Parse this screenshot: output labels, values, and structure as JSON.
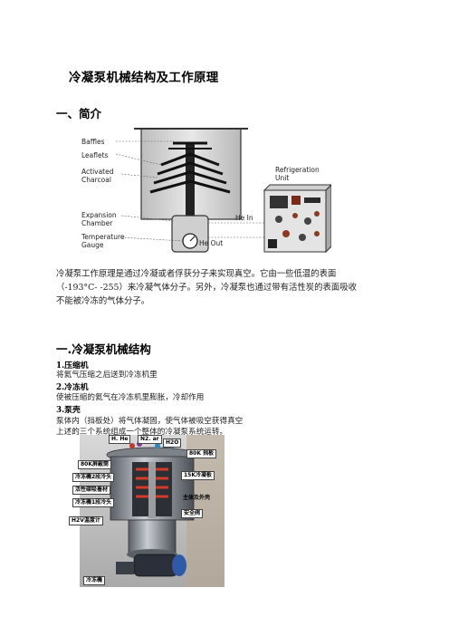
{
  "doc": {
    "title": "冷凝泵机械结构及工作原理",
    "section1": "一、简介",
    "intro_lines": [
      "冷凝泵工作原理是通过冷凝或者俘获分子来实现真空。它由一些低温的表面",
      "（-193°C- -255）来冷凝气体分子。另外，冷凝泵也通过带有活性炭的表面吸收",
      "不能被冷冻的气体分子。"
    ],
    "section2": "一.冷凝泵机械结构",
    "items": [
      {
        "heading": "1.压缩机",
        "desc": "将氦气压缩之后送到冷冻机里"
      },
      {
        "heading": "2.冷冻机",
        "desc": "使被压缩的氦气在冷冻机里膨胀，冷却作用"
      },
      {
        "heading": "3.泵壳",
        "desc": "泵体内（挡板处）将气体凝固，使气体被吸空获得真空"
      }
    ],
    "summary": "上述的三个系统组成一个整体的冷凝泵系统运转。"
  },
  "diagram1": {
    "labels": {
      "baffles": "Baffles",
      "leaflets": "Leaflets",
      "activated_charcoal_1": "Activated",
      "activated_charcoal_2": "Charcoal",
      "expansion_1": "Expansion",
      "expansion_2": "Chamber",
      "temperature_1": "Temperature",
      "temperature_2": "Gauge",
      "refrigeration_1": "Refrigeration",
      "refrigeration_2": "Unit",
      "he_in": "He In",
      "he_out": "He Out"
    }
  },
  "photo": {
    "labels": {
      "h_he": "H. He",
      "n2": "N2. ar",
      "h2o": "H2O",
      "k80_baffle": "80K 挡板",
      "k80_shroud": "80K屏蔽筒",
      "stage2": "冷冻機2段冷头",
      "k15": "15K冷凝板",
      "charcoal": "活性碳吸着材",
      "stage1": "冷冻機1段冷头",
      "housing": "主体及外壳",
      "safety": "安全阀",
      "h2v": "H2V温度计",
      "cooler": "冷冻機"
    }
  }
}
